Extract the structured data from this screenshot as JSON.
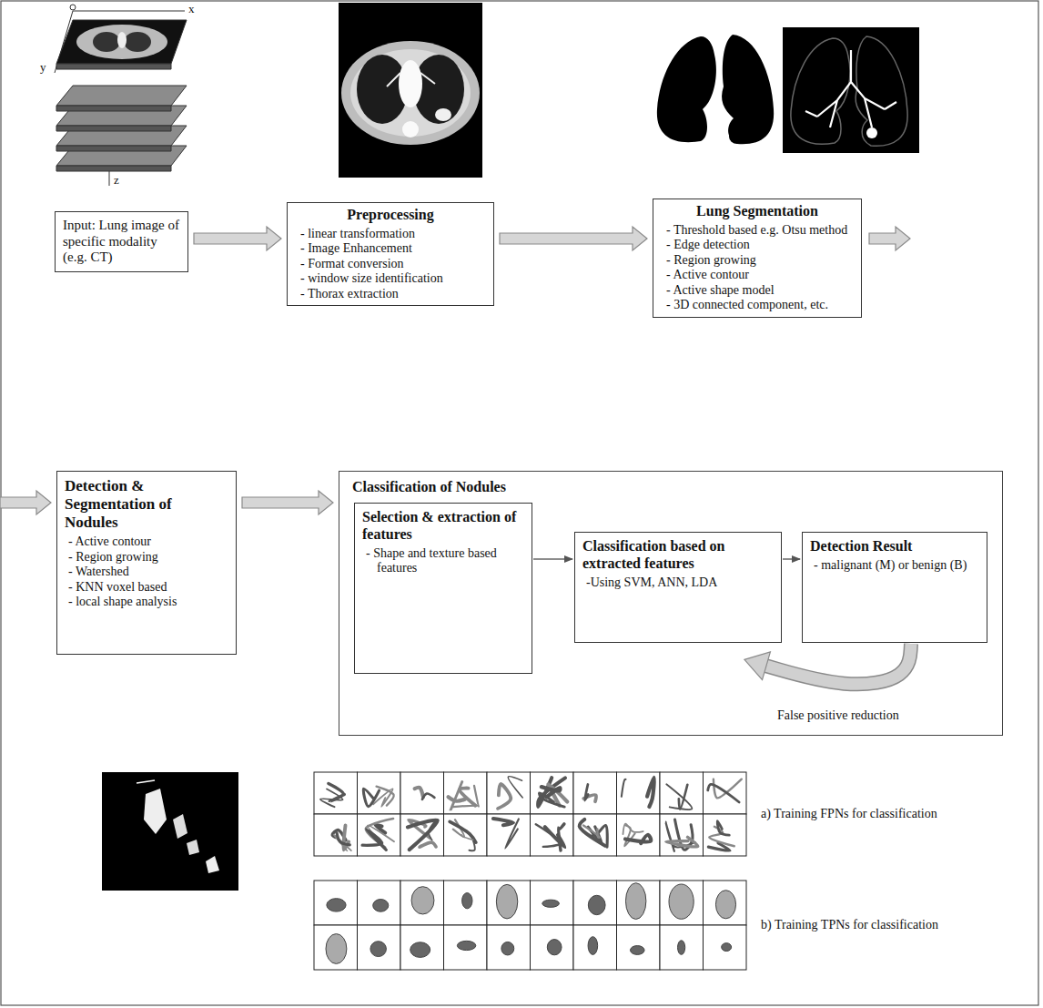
{
  "diagram": {
    "nodes": [
      {
        "text": [
          "Input: Lung image of specific modality (e.g. CT)"
        ]
      },
      {
        "text": [
          "Preprocessing",
          "- linear transformation",
          "- Image Enhancement",
          "- Format conversion",
          "- window size identification",
          "- Thorax extraction"
        ]
      },
      {
        "text": [
          "Lung Segmentation",
          "- Threshold based e.g. Otsu method",
          "- Edge detection",
          "- Region growing",
          "- Active contour",
          "- Active shape model",
          "- 3D connected component, etc."
        ]
      },
      {
        "text": [
          "Detection & Segmentation of Nodules",
          "- Active contour",
          "- Region growing",
          "- Watershed",
          "- KNN voxel based",
          "- local shape analysis"
        ]
      },
      {
        "text": [
          "Classification of Nodules"
        ]
      },
      {
        "text": [
          "Selection & extraction of features",
          "- Shape and texture based features"
        ],
        "in": 4
      },
      {
        "text": [
          "Classification based on extracted features",
          "-Using SVM, ANN, LDA"
        ],
        "in": 4
      },
      {
        "text": [
          "Detection Result",
          "- malignant (M) or benign (B)"
        ],
        "in": 4
      }
    ],
    "edges": [
      {
        "from": 0,
        "to": 1,
        "arrow": "to"
      },
      {
        "from": 1,
        "to": 2,
        "arrow": "to"
      },
      {
        "from": 2,
        "to": 3,
        "arrow": "to"
      },
      {
        "from": 3,
        "to": 4,
        "arrow": "to"
      },
      {
        "from": 5,
        "to": 6,
        "arrow": "to"
      },
      {
        "from": 6,
        "to": 7,
        "arrow": "to"
      },
      {
        "from": 7,
        "to": 6,
        "label": "False positive reduction",
        "arrow": "to"
      }
    ],
    "labels": [
      "x",
      "y",
      "z",
      "a) Training FPNs for classification",
      "b) Training TPNs for classification"
    ]
  }
}
